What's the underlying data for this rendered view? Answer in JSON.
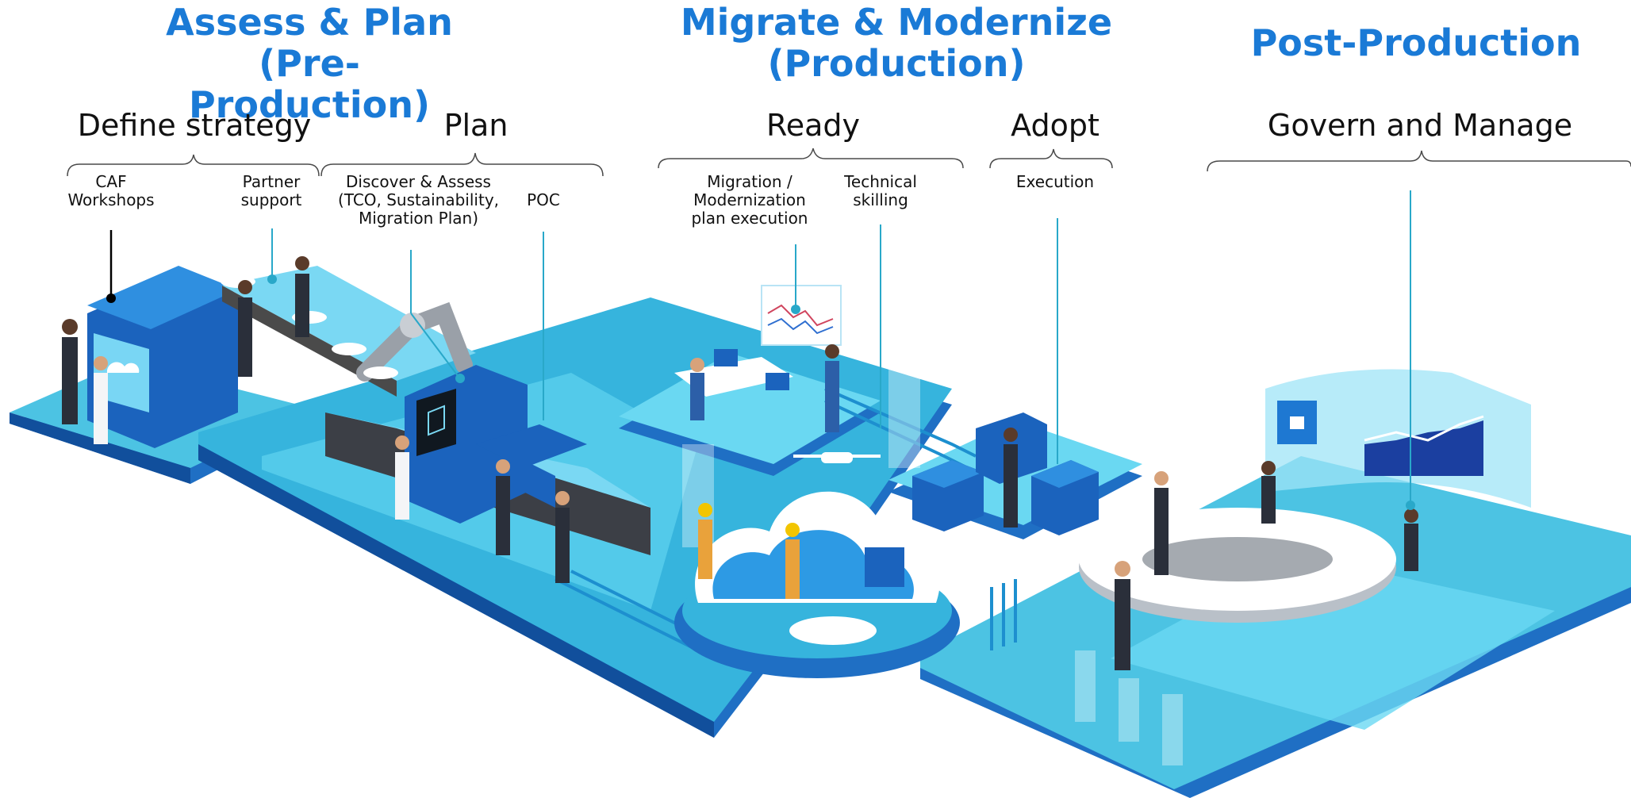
{
  "phases": {
    "assess": {
      "line1": "Assess & Plan",
      "line2": "(Pre-Production)"
    },
    "migrate": {
      "line1": "Migrate & Modernize",
      "line2": "(Production)"
    },
    "post": {
      "line1": "Post-Production"
    }
  },
  "stages": {
    "define": "Define strategy",
    "plan": "Plan",
    "ready": "Ready",
    "adopt": "Adopt",
    "govern": "Govern and Manage"
  },
  "activities": {
    "caf": {
      "line1": "CAF",
      "line2": "Workshops"
    },
    "partner": {
      "line1": "Partner",
      "line2": "support"
    },
    "discover": {
      "line1": "Discover & Assess",
      "line2": "(TCO, Sustainability,",
      "line3": "Migration Plan)"
    },
    "poc": {
      "line1": "POC"
    },
    "migration": {
      "line1": "Migration /",
      "line2": "Modernization",
      "line3": "plan execution"
    },
    "skilling": {
      "line1": "Technical",
      "line2": "skilling"
    },
    "execution": {
      "line1": "Execution"
    }
  },
  "colors": {
    "accent": "#1a7ad6",
    "platform_top": "#4cc3e3",
    "platform_side": "#1f6fc4",
    "platform_deep": "#114f9c",
    "line": "#29a8c9"
  }
}
